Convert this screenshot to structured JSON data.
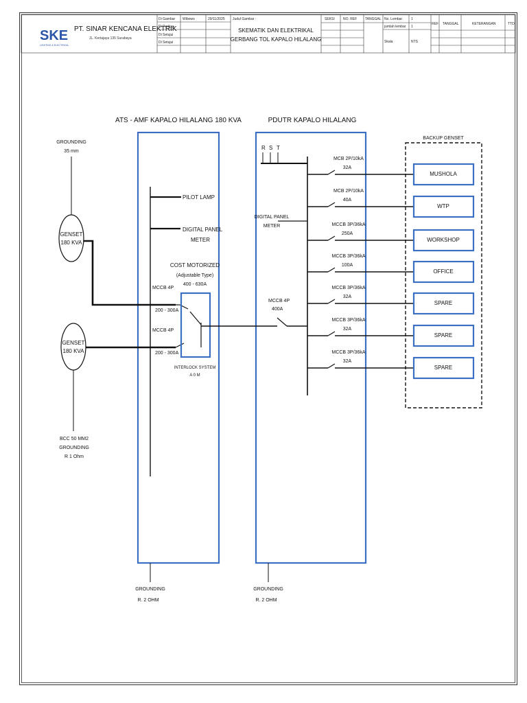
{
  "title_block": {
    "company": "PT. SINAR KENCANA ELEKTRIK",
    "address": "JL. Kertajaya 135 Surabaya",
    "logo_text": "SKE",
    "logo_tagline": "LIGHTING & ELECTRICAL",
    "drawn_by_label": "Di Gambar",
    "drawn_by_value": "Wibowo",
    "date_value": "29/11/2025",
    "checked_label": "Di Periksa",
    "approved_label_1": "Di Setujui",
    "approved_label_2": "Di Setujui",
    "drawing_title_label": "Judul Gambar :",
    "drawing_title_line1": "SKEMATIK DAN ELEKTRIKAL",
    "drawing_title_line2": "GERBANG TOL KAPALO HILALANG",
    "col_seksi": "SEKSI",
    "col_noref": "NO. REF",
    "col_tanggal": "TANGGAL",
    "sheet_no_label": "No. Lembar",
    "sheet_no_value": "1",
    "sheet_count_label": "jumlah lembar",
    "sheet_count_value": "1",
    "scale_label": "Skala",
    "scale_value": "NTS",
    "rev_ref": "REF",
    "rev_tanggal": "TANGGAL",
    "rev_keterangan": "KETERANGAN",
    "rev_ttd": "TTD"
  },
  "diagram": {
    "ats_title": "ATS - AMF KAPALO HILALANG 180 KVA",
    "pdutr_title": "PDUTR KAPALO HILALANG",
    "backup_title": "BACKUP GENSET",
    "grounding_top_1": "GROUNDING",
    "grounding_top_2": "35 mm",
    "genset1_line1": "GENSET",
    "genset1_line2": "180 KVA",
    "genset2_line1": "GENSET",
    "genset2_line2": "180 KVA",
    "bcc_1": "BCC 50 MM2",
    "bcc_2": "GROUNDING",
    "bcc_3": "R 1 Ohm",
    "pilot_lamp": "PILOT LAMP",
    "dpm_ats_1": "DIGITAL PANEL",
    "dpm_ats_2": "METER",
    "cos_1": "COST MOTORIZED",
    "cos_2": "(Adjustable Type)",
    "cos_3": "400 - 630A",
    "mccb1_label": "MCCB 4P",
    "mccb1_rating": "200 - 300A",
    "mccb2_label": "MCCB 4P",
    "mccb2_rating": "200 - 300A",
    "interlock_1": "INTERLOCK SYSTEM",
    "interlock_2": "A 0 M",
    "rst_r": "R",
    "rst_s": "S",
    "rst_t": "T",
    "dpm_pdutr_1": "DIGITAL PANEL",
    "dpm_pdutr_2": "METER",
    "main_mccb_label": "MCCB 4P",
    "main_mccb_rating": "400A",
    "grounding_ats_1": "GROUNDING",
    "grounding_ats_2": "R. 2 OHM",
    "grounding_pdutr_1": "GROUNDING",
    "grounding_pdutr_2": "R. 2 OHM",
    "breakers": [
      {
        "type": "MCB 2P/10kA",
        "rating": "32A",
        "load": "MUSHOLA"
      },
      {
        "type": "MCB 2P/10kA",
        "rating": "40A",
        "load": "WTP"
      },
      {
        "type": "MCCB 3P/36kA",
        "rating": "250A",
        "load": "WORKSHOP"
      },
      {
        "type": "MCCB 3P/36kA",
        "rating": "100A",
        "load": "OFFICE"
      },
      {
        "type": "MCCB 3P/36kA",
        "rating": "32A",
        "load": "SPARE"
      },
      {
        "type": "MCCB 3P/36kA",
        "rating": "32A",
        "load": "SPARE"
      },
      {
        "type": "MCCB 3P/36kA",
        "rating": "32A",
        "load": "SPARE"
      }
    ],
    "colors": {
      "panel": "#3a6fc4",
      "line": "#111111"
    }
  }
}
